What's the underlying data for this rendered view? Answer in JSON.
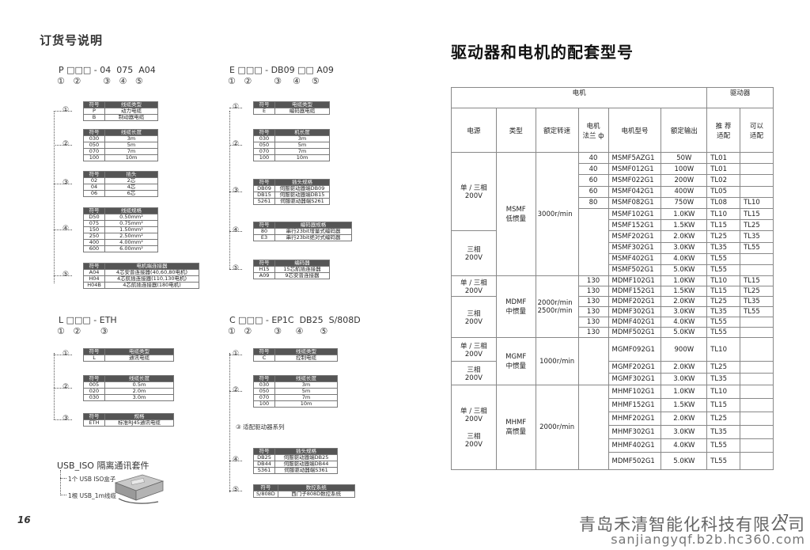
{
  "left": {
    "heading": "订货号说明",
    "blocks": {
      "p": {
        "code": "P □□□ - 04  075  A04",
        "circles": "①   ②        ③   ④   ⑤",
        "tables": [
          {
            "marker": "①",
            "header": [
              "符号",
              "线缆类型"
            ],
            "rows": [
              [
                "P",
                "动力电缆"
              ],
              [
                "B",
                "制动器电缆"
              ]
            ]
          },
          {
            "marker": "②",
            "header": [
              "符号",
              "线缆长度"
            ],
            "rows": [
              [
                "030",
                "3m"
              ],
              [
                "050",
                "5m"
              ],
              [
                "070",
                "7m"
              ],
              [
                "100",
                "10m"
              ]
            ]
          },
          {
            "marker": "③",
            "header": [
              "符号",
              "插头"
            ],
            "rows": [
              [
                "02",
                "2芯"
              ],
              [
                "04",
                "4芯"
              ],
              [
                "06",
                "6芯"
              ]
            ]
          },
          {
            "marker": "④",
            "header": [
              "符号",
              "线缆规格"
            ],
            "rows": [
              [
                "D50",
                "0.50mm²"
              ],
              [
                "075",
                "0.75mm²"
              ],
              [
                "150",
                "1.50mm²"
              ],
              [
                "250",
                "2.50mm²"
              ],
              [
                "400",
                "4.00mm²"
              ],
              [
                "600",
                "6.00mm²"
              ]
            ]
          },
          {
            "marker": "⑤",
            "header": [
              "符号",
              "电机端连接器"
            ],
            "rows": [
              [
                "A04",
                "4芯安普连接器(40,60,80电机)"
              ],
              [
                "H04",
                "4芯航插连接器(110,130电机)"
              ],
              [
                "H04B",
                "4芯航插连接器(180电机)"
              ]
            ]
          }
        ]
      },
      "e": {
        "code": "E □□□ - DB09 □□ A09",
        "circles": "①   ②        ③    ④    ⑤",
        "tables": [
          {
            "marker": "①",
            "header": [
              "符号",
              "电缆类型"
            ],
            "rows": [
              [
                "E",
                "编码器电缆"
              ]
            ]
          },
          {
            "marker": "②",
            "header": [
              "符号",
              "机长度"
            ],
            "rows": [
              [
                "030",
                "3m"
              ],
              [
                "050",
                "5m"
              ],
              [
                "070",
                "7m"
              ],
              [
                "100",
                "10m"
              ]
            ]
          },
          {
            "marker": "③",
            "header": [
              "符号",
              "插头规格"
            ],
            "rows": [
              [
                "DB09",
                "伺服驱动器端DB09"
              ],
              [
                "DB15",
                "伺服驱动器端DB15"
              ],
              [
                "S261",
                "伺服驱动器端S261"
              ]
            ]
          },
          {
            "marker": "④",
            "header": [
              "符号",
              "编码器规格"
            ],
            "rows": [
              [
                "80",
                "串行23bit增量式编码器"
              ],
              [
                "E3",
                "串行23bit绝对式编码器"
              ]
            ]
          },
          {
            "marker": "⑤",
            "header": [
              "符号",
              "编码器"
            ],
            "rows": [
              [
                "H15",
                "15芯航插连接器"
              ],
              [
                "A09",
                "9芯安普连接器"
              ]
            ]
          }
        ]
      },
      "l": {
        "code": "L □□□ - ETH",
        "circles": "①   ②       ③",
        "tables": [
          {
            "marker": "①",
            "header": [
              "符号",
              "电缆类型"
            ],
            "rows": [
              [
                "L",
                "通讯电缆"
              ]
            ]
          },
          {
            "marker": "②",
            "header": [
              "符号",
              "线缆长度"
            ],
            "rows": [
              [
                "005",
                "0.5m"
              ],
              [
                "020",
                "2.0m"
              ],
              [
                "030",
                "3.0m"
              ]
            ]
          },
          {
            "marker": "③",
            "header": [
              "符号",
              "规格"
            ],
            "rows": [
              [
                "ETH",
                "标准RJ45通讯电缆"
              ]
            ]
          }
        ]
      },
      "c": {
        "code": "C □□□ - EP1C  DB25  S/808D",
        "circles": "①   ②        ③     ④      ⑤",
        "note3": "③  适配驱动器系列",
        "tables": [
          {
            "marker": "①",
            "header": [
              "符号",
              "线缆类型"
            ],
            "rows": [
              [
                "C",
                "控制电缆"
              ]
            ]
          },
          {
            "marker": "②",
            "header": [
              "符号",
              "线缆长度"
            ],
            "rows": [
              [
                "030",
                "3m"
              ],
              [
                "050",
                "5m"
              ],
              [
                "070",
                "7m"
              ],
              [
                "100",
                "10m"
              ]
            ]
          },
          {
            "marker": "④",
            "header": [
              "符号",
              "插头规格"
            ],
            "rows": [
              [
                "DB25",
                "伺服驱动器端DB25"
              ],
              [
                "DB44",
                "伺服驱动器端DB44"
              ],
              [
                "S361",
                "伺服驱动器端S361"
              ]
            ]
          },
          {
            "marker": "⑤",
            "header": [
              "符号",
              "数控系统"
            ],
            "rows": [
              [
                "S/808D",
                "西门子808D数控系统"
              ]
            ]
          }
        ]
      }
    },
    "usb": {
      "title": "USB_ISO 隔离通讯套件",
      "item1": "1个  USB  ISO盒子",
      "item2": "1根  USB_1m线缆"
    },
    "page_number": "16"
  },
  "right": {
    "heading": "驱动器和电机的配套型号",
    "table": {
      "group_motor": "电机",
      "group_driver": "驱动器",
      "headers": {
        "power": "电源",
        "type": "类型",
        "speed": "额定转速",
        "flange": "电机\n法兰 ф",
        "model": "电机型号",
        "output": "额定输出",
        "recommended": "推 荐\n适配",
        "compatible": "可以\n适配"
      },
      "msmf": {
        "power1": "单 / 三相\n200V",
        "power2": "三相\n200V",
        "type": "MSMF\n低惯量",
        "speed": "3000r/min",
        "rows": [
          [
            "40",
            "MSMF5AZG1",
            "50W",
            "TL01",
            ""
          ],
          [
            "40",
            "MSMF012G1",
            "100W",
            "TL01",
            ""
          ],
          [
            "60",
            "MSMF022G1",
            "200W",
            "TL02",
            ""
          ],
          [
            "60",
            "MSMF042G1",
            "400W",
            "TL05",
            ""
          ],
          [
            "80",
            "MSMF082G1",
            "750W",
            "TL08",
            "TL10"
          ],
          [
            "",
            "MSMF102G1",
            "1.0KW",
            "TL10",
            "TL15"
          ],
          [
            "",
            "MSMF152G1",
            "1.5KW",
            "TL15",
            "TL25"
          ],
          [
            "",
            "MSMF202G1",
            "2.0KW",
            "TL25",
            "TL35"
          ],
          [
            "",
            "MSMF302G1",
            "3.0KW",
            "TL35",
            "TL55"
          ],
          [
            "",
            "MSMF402G1",
            "4.0KW",
            "TL55",
            ""
          ],
          [
            "",
            "MSMF502G1",
            "5.0KW",
            "TL55",
            ""
          ]
        ]
      },
      "mdmf": {
        "power1": "单 / 三相\n200V",
        "power2": "三相\n200V",
        "type": "MDMF\n中惯量",
        "speed": "2000r/min\n2500r/min",
        "rows": [
          [
            "130",
            "MDMF102G1",
            "1.0KW",
            "TL10",
            "TL15"
          ],
          [
            "130",
            "MDMF152G1",
            "1.5KW",
            "TL15",
            "TL25"
          ],
          [
            "130",
            "MDMF202G1",
            "2.0KW",
            "TL25",
            "TL35"
          ],
          [
            "130",
            "MDMF302G1",
            "3.0KW",
            "TL35",
            "TL55"
          ],
          [
            "130",
            "MDMF402G1",
            "4.0KW",
            "TL55",
            ""
          ],
          [
            "130",
            "MDMF502G1",
            "5.0KW",
            "TL55",
            ""
          ]
        ]
      },
      "mgmf": {
        "power1": "单 / 三相\n200V",
        "power2": "三相\n200V",
        "type": "MGMF\n中惯量",
        "speed": "1000r/min",
        "rows": [
          [
            "",
            "MGMF092G1",
            "900W",
            "TL10",
            ""
          ],
          [
            "",
            "MGMF202G1",
            "2.0KW",
            "TL25",
            ""
          ],
          [
            "",
            "MGMF302G1",
            "3.0KW",
            "TL35",
            ""
          ]
        ]
      },
      "mhmf": {
        "power": "单 / 三相\n200V\n\n三相\n200V",
        "type": "MHMF\n高惯量",
        "speed": "2000r/min",
        "rows": [
          [
            "",
            "MHMF102G1",
            "1.0KW",
            "TL10",
            ""
          ],
          [
            "",
            "MHMF152G1",
            "1.5KW",
            "TL15",
            ""
          ],
          [
            "",
            "MHMF202G1",
            "2.0KW",
            "TL25",
            ""
          ],
          [
            "",
            "MHMF302G1",
            "3.0KW",
            "TL35",
            ""
          ],
          [
            "",
            "MHMF402G1",
            "4.0KW",
            "TL55",
            ""
          ],
          [
            "",
            "MDMF502G1",
            "5.0KW",
            "TL55",
            ""
          ]
        ]
      }
    },
    "page_number": "17"
  },
  "watermark": {
    "company": "青岛禾清智能化科技有限公司",
    "url": "sanjiangyqf.b2b.hc360.com"
  }
}
